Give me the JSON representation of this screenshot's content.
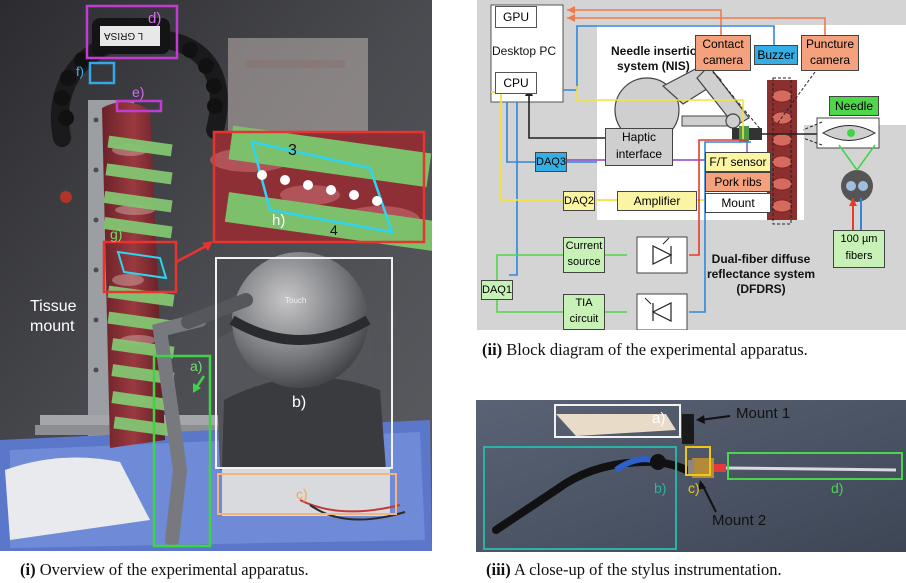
{
  "figure": {
    "captions": {
      "i": {
        "tag": "(i)",
        "text": " Overview of the experimental apparatus."
      },
      "ii": {
        "tag": "(ii)",
        "text": " Block diagram of the experimental apparatus."
      },
      "iii": {
        "tag": "(iii)",
        "text": " A close-up of the stylus instrumentation."
      }
    },
    "photo1": {
      "labels": {
        "d": "d)",
        "f": "f)",
        "e": "e)",
        "g": "g)",
        "h": "h)",
        "a": "a)",
        "b": "b)",
        "c": "c)",
        "tissue_mount_1": "Tissue",
        "tissue_mount_2": "mount",
        "tag_text": "L GRISA",
        "touch": "Touch",
        "zoom_3": "3",
        "zoom_4": "4"
      }
    },
    "diagram": {
      "gpu": "GPU",
      "desktop_pc": "Desktop PC",
      "cpu": "CPU",
      "nis_1": "Needle insertion",
      "nis_2": "system (NIS)",
      "contact_camera_1": "Contact",
      "contact_camera_2": "camera",
      "buzzer": "Buzzer",
      "puncture_camera_1": "Puncture",
      "puncture_camera_2": "camera",
      "haptic_1": "Haptic",
      "haptic_2": "interface",
      "daq3": "DAQ3",
      "daq2": "DAQ2",
      "daq1": "DAQ1",
      "amplifier": "Amplifier",
      "ft_sensor": "F/T sensor",
      "pork_ribs": "Pork ribs",
      "mount": "Mount",
      "needle": "Needle",
      "current_source_1": "Current",
      "current_source_2": "source",
      "tia_1": "TIA",
      "tia_2": "circuit",
      "dfdrs_1": "Dual-fiber diffuse",
      "dfdrs_2": "reflectance system",
      "dfdrs_3": "(DFDRS)",
      "fibers_1": "100 µm",
      "fibers_2": "fibers"
    },
    "photo3": {
      "labels": {
        "a": "a)",
        "b": "b)",
        "c": "c)",
        "d": "d)"
      },
      "mount1": "Mount 1",
      "mount2": "Mount 2"
    },
    "colors": {
      "orange_box": "#f4a27e",
      "blue_box": "#35aee6",
      "yellow_box": "#fbf5a3",
      "green_box": "#c7f1b6",
      "green_line": "#4fd64a",
      "red_line": "#e63a2a",
      "blue_line": "#2e86de",
      "yellow_line": "#f3e23a"
    }
  }
}
